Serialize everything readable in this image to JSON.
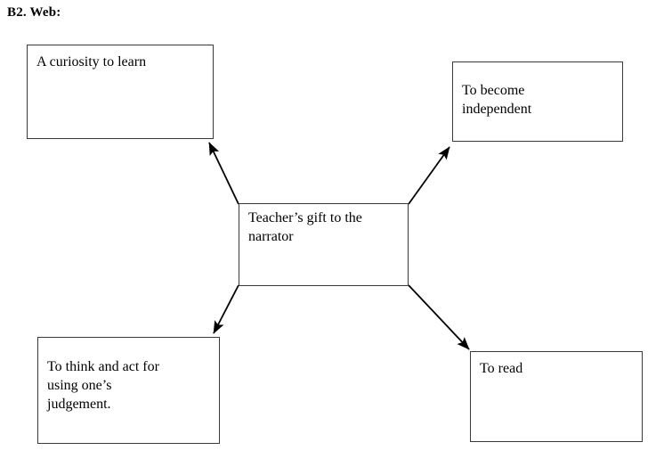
{
  "page": {
    "heading": "B2. Web:",
    "background_color": "#ffffff",
    "line_color": "#3a3a3a",
    "text_color": "#000000"
  },
  "diagram": {
    "type": "web-organizer",
    "center": {
      "id": "center",
      "label": "Teacher’s gift to the\nnarrator"
    },
    "nodes": [
      {
        "id": "curiosity",
        "label": "A curiosity to learn"
      },
      {
        "id": "independent",
        "label": "To become\nindependent"
      },
      {
        "id": "judgement",
        "label": "To think and act for\nusing one’s\njudgement."
      },
      {
        "id": "read",
        "label": "To read"
      }
    ],
    "connectors": [
      {
        "id": "arrow-center-to-curiosity",
        "from": "center",
        "to": "curiosity",
        "direction": "up-left"
      },
      {
        "id": "arrow-center-to-independent",
        "from": "center",
        "to": "independent",
        "direction": "up-right"
      },
      {
        "id": "arrow-center-to-judgement",
        "from": "center",
        "to": "judgement",
        "direction": "down-left"
      },
      {
        "id": "arrow-center-to-read",
        "from": "center",
        "to": "read",
        "direction": "down-right"
      }
    ]
  }
}
